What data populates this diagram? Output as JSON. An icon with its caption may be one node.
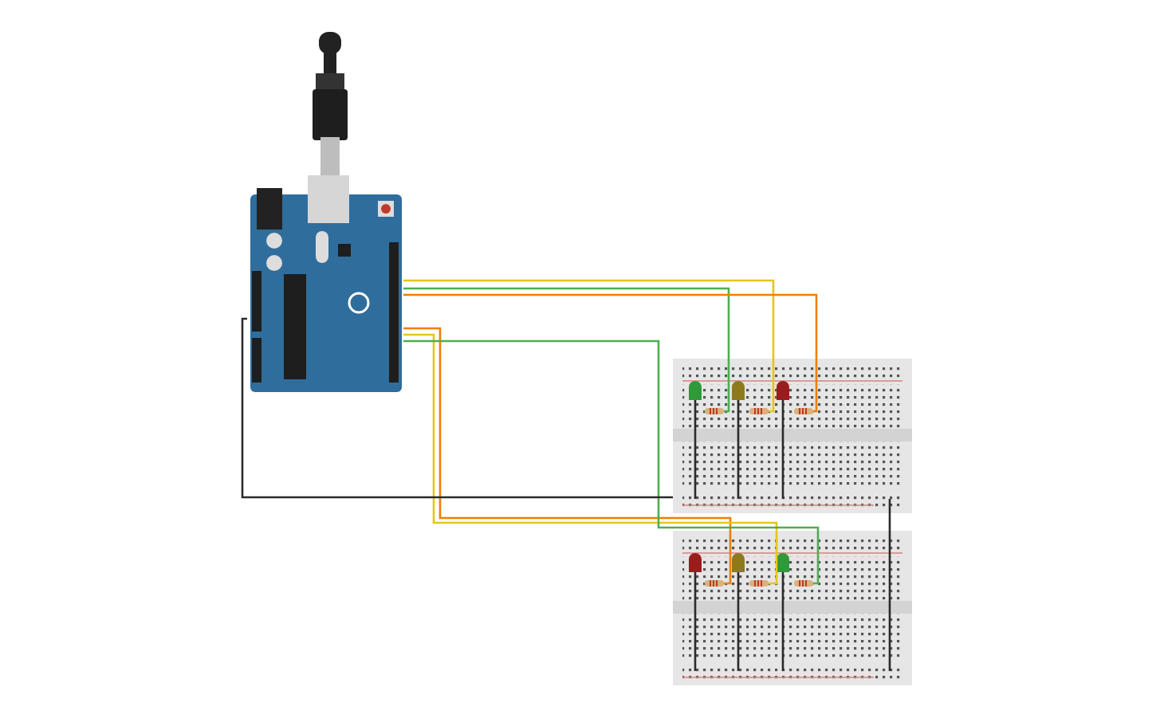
{
  "diagram": {
    "nodes": [
      {
        "text": [],
        "shape": "picture"
      },
      {
        "text": [],
        "shape": "box"
      },
      {
        "text": [],
        "shape": "box"
      },
      {
        "text": [],
        "shape": "led",
        "in": 1
      },
      {
        "text": [],
        "shape": "led",
        "in": 1
      },
      {
        "text": [],
        "shape": "led",
        "in": 1
      },
      {
        "text": [],
        "shape": "resistor",
        "in": 1
      },
      {
        "text": [],
        "shape": "resistor",
        "in": 1
      },
      {
        "text": [],
        "shape": "resistor",
        "in": 1
      },
      {
        "text": [],
        "shape": "led",
        "in": 2
      },
      {
        "text": [],
        "shape": "led",
        "in": 2
      },
      {
        "text": [],
        "shape": "led",
        "in": 2
      },
      {
        "text": [],
        "shape": "resistor",
        "in": 2
      },
      {
        "text": [],
        "shape": "resistor",
        "in": 2
      },
      {
        "text": [],
        "shape": "resistor",
        "in": 2
      }
    ],
    "edges": [
      {
        "from": 0,
        "to": 6,
        "arrow": "none",
        "color": "#4caf50"
      },
      {
        "from": 0,
        "to": 7,
        "arrow": "none",
        "color": "#e6c619"
      },
      {
        "from": 0,
        "to": 8,
        "arrow": "none",
        "color": "#f07f00"
      },
      {
        "from": 0,
        "to": 12,
        "arrow": "none",
        "color": "#f07f00"
      },
      {
        "from": 0,
        "to": 13,
        "arrow": "none",
        "color": "#e6c619"
      },
      {
        "from": 0,
        "to": 14,
        "arrow": "none",
        "color": "#4caf50"
      },
      {
        "from": 0,
        "to": 1,
        "arrow": "none"
      },
      {
        "from": 3,
        "to": 1,
        "arrow": "none"
      },
      {
        "from": 4,
        "to": 1,
        "arrow": "none"
      },
      {
        "from": 5,
        "to": 1,
        "arrow": "none"
      },
      {
        "from": 9,
        "to": 2,
        "arrow": "none"
      },
      {
        "from": 10,
        "to": 2,
        "arrow": "none"
      },
      {
        "from": 11,
        "to": 2,
        "arrow": "none"
      },
      {
        "from": 1,
        "to": 2,
        "arrow": "none"
      }
    ]
  }
}
